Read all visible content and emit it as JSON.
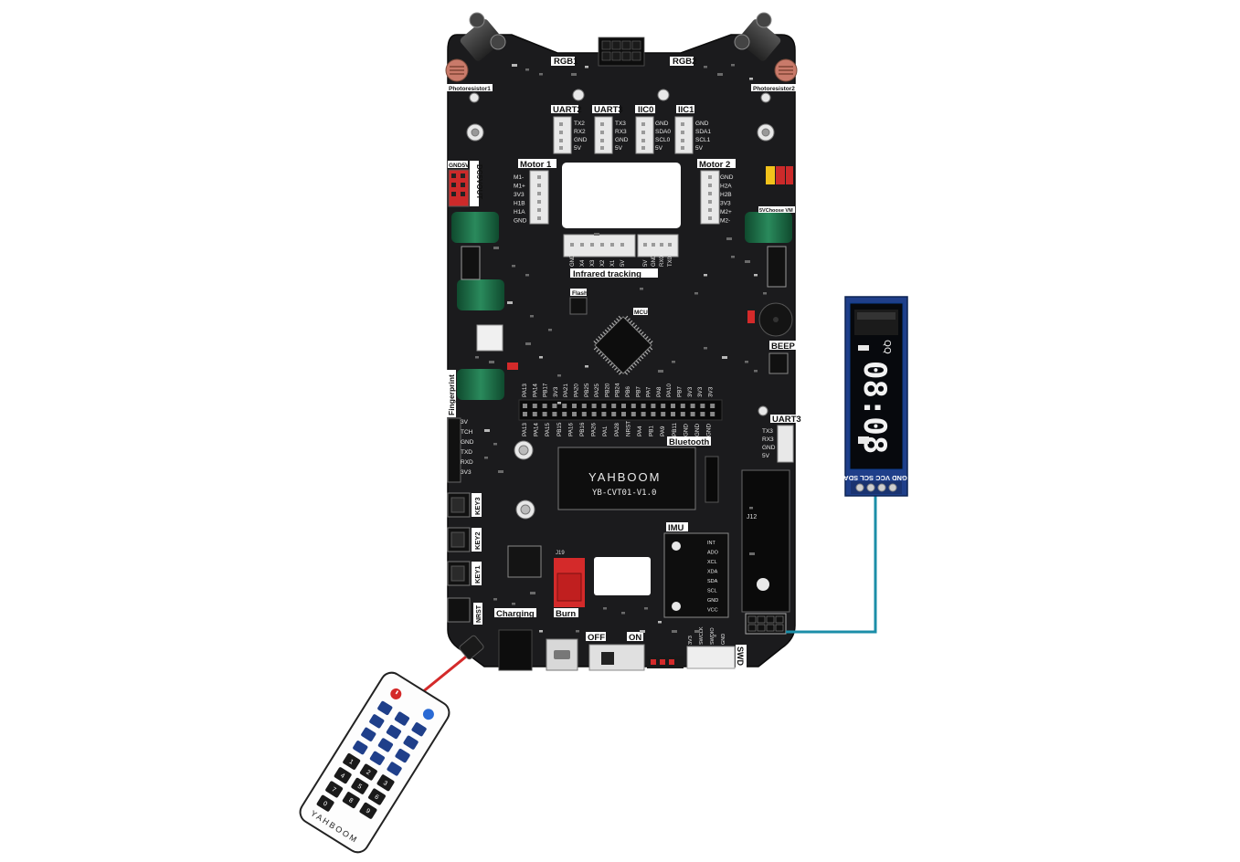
{
  "board": {
    "labels": {
      "rgb1": "RGB1",
      "rgb2": "RGB2",
      "photoresistor1": "Photoresistor1",
      "photoresistor2": "Photoresistor2",
      "uart2": "UART2",
      "uart3": "UART3",
      "uart3_right": "UART3",
      "iic0": "IIC0",
      "iic1": "IIC1",
      "motor1": "Motor 1",
      "motor2": "Motor 2",
      "infrared": "Infrared tracking",
      "dc5vout": "DC5VOUT",
      "gnd5v": "GND5V",
      "flash": "Flash",
      "mcu": "MCU",
      "beep": "BEEP",
      "fingerprint": "Fingerprint",
      "bluetooth": "Bluetooth",
      "imu": "IMU",
      "key1": "KEY1",
      "key2": "KEY2",
      "key3": "KEY3",
      "nrst": "NRST",
      "charging": "Charging",
      "burn": "Burn",
      "off": "OFF",
      "on": "ON",
      "swd": "SWD",
      "vm": "5VChoose VM",
      "module_brand": "YAHBOOM",
      "module_model": "YB-CVT01-V1.0",
      "j12": "J12",
      "j19": "J19"
    },
    "pins": {
      "uart2": [
        "TX2",
        "RX2",
        "GND",
        "5V"
      ],
      "uart3": [
        "TX3",
        "RX3",
        "GND",
        "5V"
      ],
      "iic0": [
        "GND",
        "SDA0",
        "SCL0",
        "5V"
      ],
      "iic1": [
        "GND",
        "SDA1",
        "SCL1",
        "5V"
      ],
      "motor1": [
        "M1-",
        "M1+",
        "3V3",
        "H1B",
        "H1A",
        "GND"
      ],
      "motor2": [
        "GND",
        "H2A",
        "H2B",
        "3V3",
        "M2+",
        "M2-"
      ],
      "infrared": [
        "GND",
        "X4",
        "X3",
        "X2",
        "X1",
        "5V"
      ],
      "infrared2": [
        "5V",
        "GND",
        "RX0",
        "TX0"
      ],
      "fingerprint": [
        "3V",
        "TCH",
        "GND",
        "TXD",
        "RXD",
        "3V3"
      ],
      "uart3_right": [
        "TX3",
        "RX3",
        "GND",
        "5V"
      ],
      "imu": [
        "INT",
        "ADO",
        "XCL",
        "XDA",
        "SDA",
        "SCL",
        "GND",
        "VCC"
      ],
      "swd": [
        "3V3",
        "SWCLK",
        "SWDIO",
        "GND"
      ]
    },
    "header_top": [
      "PA13",
      "PA14",
      "PB17",
      "3V3",
      "PA21",
      "PA20",
      "PB25",
      "PA25",
      "PB20",
      "PB24",
      "PB6",
      "PB7",
      "PA7",
      "PA8",
      "PA10",
      "PB7",
      "3V3",
      "3V3",
      "3V3"
    ],
    "header_bottom": [
      "PA13",
      "PA14",
      "PA15",
      "PB15",
      "PA16",
      "PB16",
      "PA26",
      "PA1",
      "PA28",
      "NRST",
      "PA4",
      "PB1",
      "PA9",
      "PB11",
      "GND",
      "GND",
      "GND"
    ]
  },
  "oled": {
    "time": "08:08",
    "pins": "GND VCC SCL SDA",
    "side_text": "QQ"
  },
  "remote": {
    "brand": "YAHBOOM",
    "keys": [
      "1",
      "2",
      "3",
      "4",
      "5",
      "6",
      "7",
      "8",
      "9",
      "0"
    ]
  },
  "colors": {
    "pcb": "#1b1b1d",
    "silk_box": "#ffffff",
    "wire_blue": "#1b8ea8",
    "wire_red": "#d42a2a",
    "oled_pcb": "#1f3f8a",
    "capacitor": "#1d6b45"
  }
}
